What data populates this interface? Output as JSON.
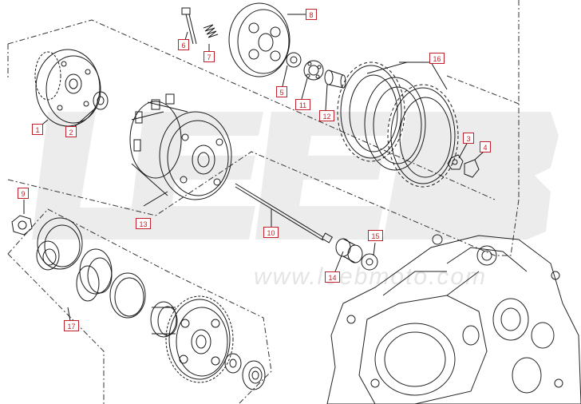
{
  "watermark": {
    "logo_text": "LEEB",
    "url_text": "www.leebmoto.com"
  },
  "colors": {
    "label_border": "#c0202a",
    "line": "#1a1a1a",
    "watermark": "#e6e6e6"
  },
  "labels": {
    "l1": "1",
    "l2": "2",
    "l3": "3",
    "l4": "4",
    "l5": "5",
    "l6": "6",
    "l7": "7",
    "l8": "8",
    "l9": "9",
    "l10": "10",
    "l11": "11",
    "l12": "12",
    "l13": "13",
    "l14": "14",
    "l15": "15",
    "l16": "16",
    "l17": "17"
  }
}
